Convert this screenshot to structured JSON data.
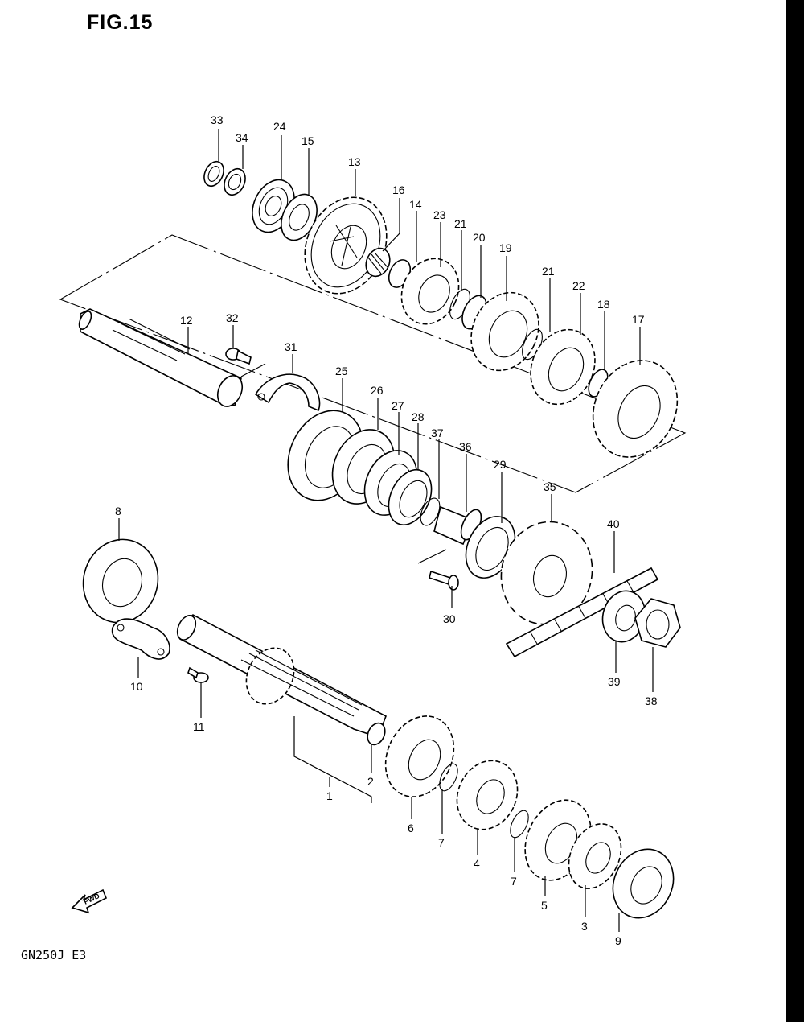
{
  "figure": {
    "title": "FIG.15",
    "model_code": "GN250J E3",
    "fwd_label": "FWD"
  },
  "callouts": [
    {
      "id": "c33",
      "label": "33"
    },
    {
      "id": "c34",
      "label": "34"
    },
    {
      "id": "c24",
      "label": "24"
    },
    {
      "id": "c15",
      "label": "15"
    },
    {
      "id": "c13",
      "label": "13"
    },
    {
      "id": "c16",
      "label": "16"
    },
    {
      "id": "c14",
      "label": "14"
    },
    {
      "id": "c23",
      "label": "23"
    },
    {
      "id": "c21a",
      "label": "21"
    },
    {
      "id": "c20",
      "label": "20"
    },
    {
      "id": "c19",
      "label": "19"
    },
    {
      "id": "c21b",
      "label": "21"
    },
    {
      "id": "c22",
      "label": "22"
    },
    {
      "id": "c18",
      "label": "18"
    },
    {
      "id": "c17",
      "label": "17"
    },
    {
      "id": "c12",
      "label": "12"
    },
    {
      "id": "c32",
      "label": "32"
    },
    {
      "id": "c31",
      "label": "31"
    },
    {
      "id": "c25",
      "label": "25"
    },
    {
      "id": "c26",
      "label": "26"
    },
    {
      "id": "c27",
      "label": "27"
    },
    {
      "id": "c28",
      "label": "28"
    },
    {
      "id": "c37",
      "label": "37"
    },
    {
      "id": "c36",
      "label": "36"
    },
    {
      "id": "c29",
      "label": "29"
    },
    {
      "id": "c35",
      "label": "35"
    },
    {
      "id": "c40",
      "label": "40"
    },
    {
      "id": "c8",
      "label": "8"
    },
    {
      "id": "c30",
      "label": "30"
    },
    {
      "id": "c10",
      "label": "10"
    },
    {
      "id": "c39",
      "label": "39"
    },
    {
      "id": "c38",
      "label": "38"
    },
    {
      "id": "c11",
      "label": "11"
    },
    {
      "id": "c2",
      "label": "2"
    },
    {
      "id": "c1",
      "label": "1"
    },
    {
      "id": "c6",
      "label": "6"
    },
    {
      "id": "c7a",
      "label": "7"
    },
    {
      "id": "c4",
      "label": "4"
    },
    {
      "id": "c7b",
      "label": "7"
    },
    {
      "id": "c5",
      "label": "5"
    },
    {
      "id": "c3",
      "label": "3"
    },
    {
      "id": "c9",
      "label": "9"
    }
  ]
}
